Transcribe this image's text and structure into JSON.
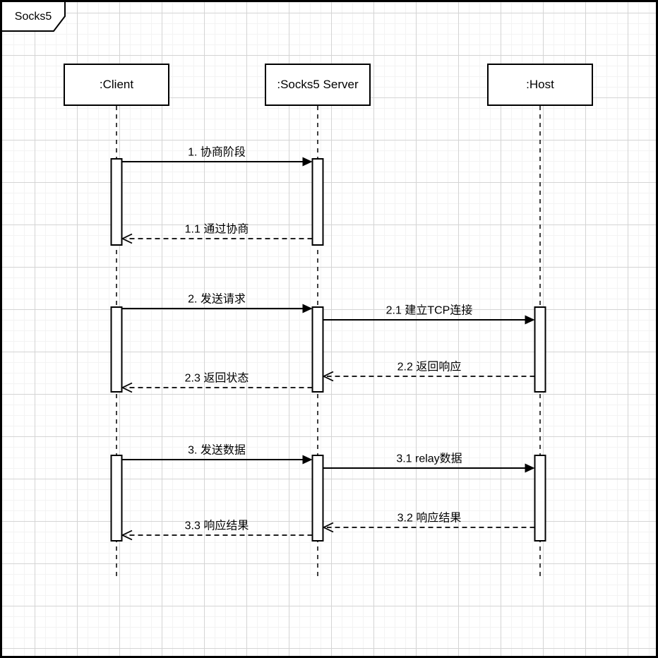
{
  "frame": {
    "title": "Socks5"
  },
  "actors": [
    {
      "id": "client",
      "label": ":Client"
    },
    {
      "id": "socks5-server",
      "label": ":Socks5 Server"
    },
    {
      "id": "host",
      "label": ":Host"
    }
  ],
  "messages": [
    {
      "seq": "1",
      "label": "1. 协商阶段",
      "from": "client",
      "to": "socks5-server",
      "kind": "solid"
    },
    {
      "seq": "1.1",
      "label": "1.1 通过协商",
      "from": "socks5-server",
      "to": "client",
      "kind": "dashed"
    },
    {
      "seq": "2",
      "label": "2. 发送请求",
      "from": "client",
      "to": "socks5-server",
      "kind": "solid"
    },
    {
      "seq": "2.1",
      "label": "2.1 建立TCP连接",
      "from": "socks5-server",
      "to": "host",
      "kind": "solid"
    },
    {
      "seq": "2.2",
      "label": "2.2 返回响应",
      "from": "host",
      "to": "socks5-server",
      "kind": "dashed"
    },
    {
      "seq": "2.3",
      "label": "2.3 返回状态",
      "from": "socks5-server",
      "to": "client",
      "kind": "dashed"
    },
    {
      "seq": "3",
      "label": "3. 发送数据",
      "from": "client",
      "to": "socks5-server",
      "kind": "solid"
    },
    {
      "seq": "3.1",
      "label": "3.1 relay数据",
      "from": "socks5-server",
      "to": "host",
      "kind": "solid"
    },
    {
      "seq": "3.2",
      "label": "3.2 响应结果",
      "from": "host",
      "to": "socks5-server",
      "kind": "dashed"
    },
    {
      "seq": "3.3",
      "label": "3.3 响应结果",
      "from": "socks5-server",
      "to": "client",
      "kind": "dashed"
    }
  ],
  "colors": {
    "stroke": "#000000",
    "background": "#ffffff",
    "grid_minor": "#f3f3f3",
    "grid_major": "#d4d4d4"
  }
}
